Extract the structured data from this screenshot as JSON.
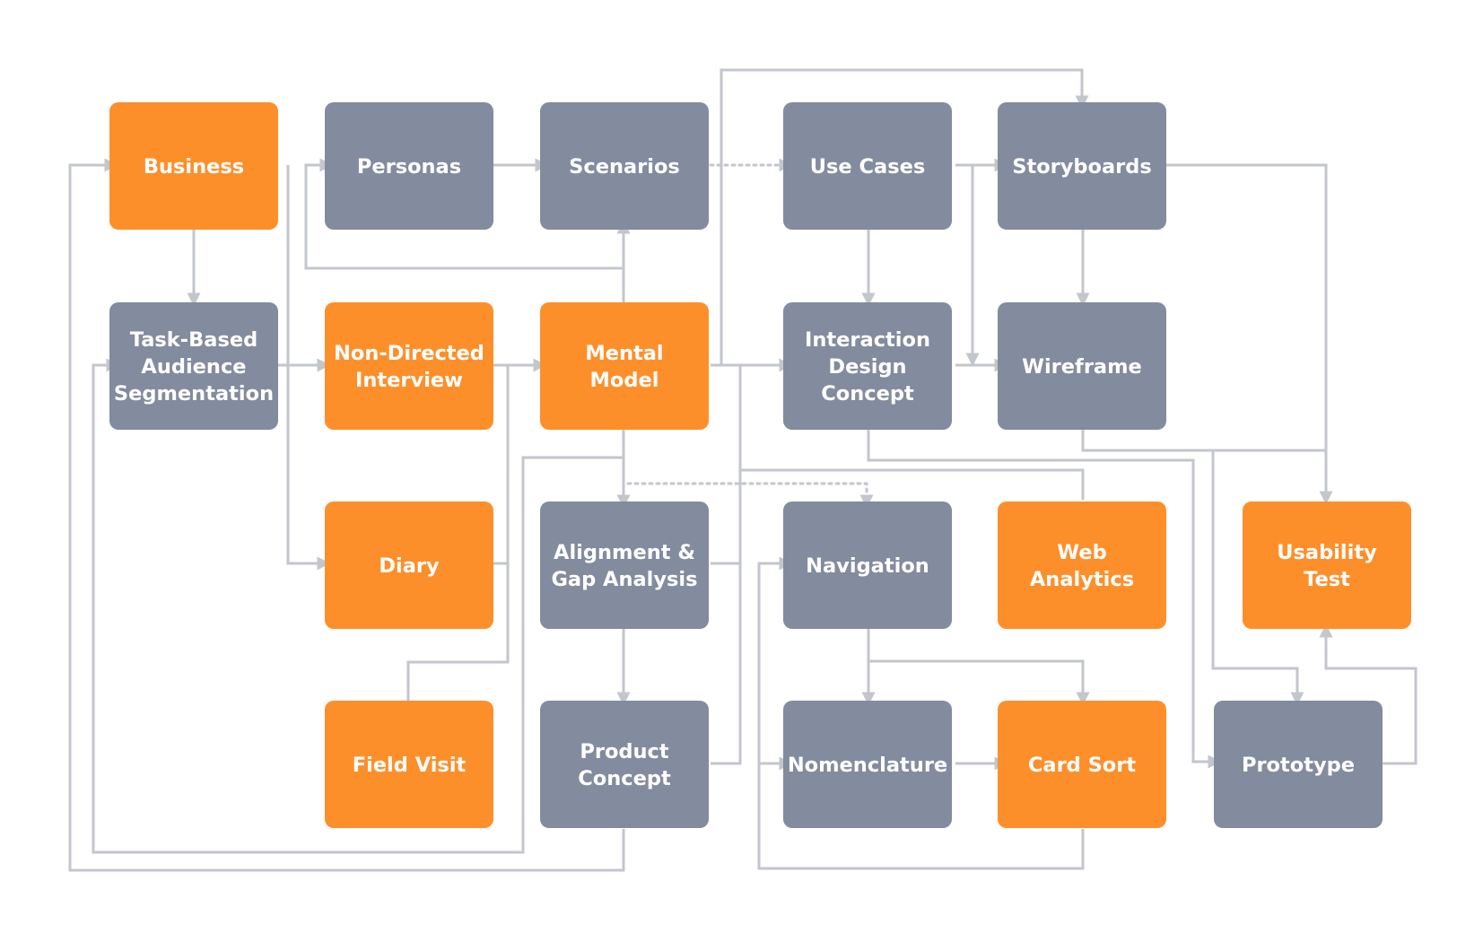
{
  "colors": {
    "orange": "#fd8f2b",
    "gray": "#838b9e",
    "line": "#c3c6cc"
  },
  "nodes": [
    {
      "id": "business",
      "lines": [
        "Business"
      ],
      "color": "orange"
    },
    {
      "id": "personas",
      "lines": [
        "Personas"
      ],
      "color": "gray"
    },
    {
      "id": "scenarios",
      "lines": [
        "Scenarios"
      ],
      "color": "gray"
    },
    {
      "id": "use-cases",
      "lines": [
        "Use Cases"
      ],
      "color": "gray"
    },
    {
      "id": "storyboards",
      "lines": [
        "Storyboards"
      ],
      "color": "gray"
    },
    {
      "id": "task-based-audience-segmentation",
      "lines": [
        "Task-Based",
        "Audience",
        "Segmentation"
      ],
      "color": "gray"
    },
    {
      "id": "non-directed-interview",
      "lines": [
        "Non-Directed",
        "Interview"
      ],
      "color": "orange"
    },
    {
      "id": "mental-model",
      "lines": [
        "Mental",
        "Model"
      ],
      "color": "orange"
    },
    {
      "id": "interaction-design-concept",
      "lines": [
        "Interaction",
        "Design",
        "Concept"
      ],
      "color": "gray"
    },
    {
      "id": "wireframe",
      "lines": [
        "Wireframe"
      ],
      "color": "gray"
    },
    {
      "id": "diary",
      "lines": [
        "Diary"
      ],
      "color": "orange"
    },
    {
      "id": "alignment-gap-analysis",
      "lines": [
        "Alignment &",
        "Gap Analysis"
      ],
      "color": "gray"
    },
    {
      "id": "navigation",
      "lines": [
        "Navigation"
      ],
      "color": "gray"
    },
    {
      "id": "web-analytics",
      "lines": [
        "Web",
        "Analytics"
      ],
      "color": "orange"
    },
    {
      "id": "usability-test",
      "lines": [
        "Usability",
        "Test"
      ],
      "color": "orange"
    },
    {
      "id": "field-visit",
      "lines": [
        "Field Visit"
      ],
      "color": "orange"
    },
    {
      "id": "product-concept",
      "lines": [
        "Product",
        "Concept"
      ],
      "color": "gray"
    },
    {
      "id": "nomenclature",
      "lines": [
        "Nomenclature"
      ],
      "color": "gray"
    },
    {
      "id": "card-sort",
      "lines": [
        "Card Sort"
      ],
      "color": "orange"
    },
    {
      "id": "prototype",
      "lines": [
        "Prototype"
      ],
      "color": "gray"
    }
  ]
}
